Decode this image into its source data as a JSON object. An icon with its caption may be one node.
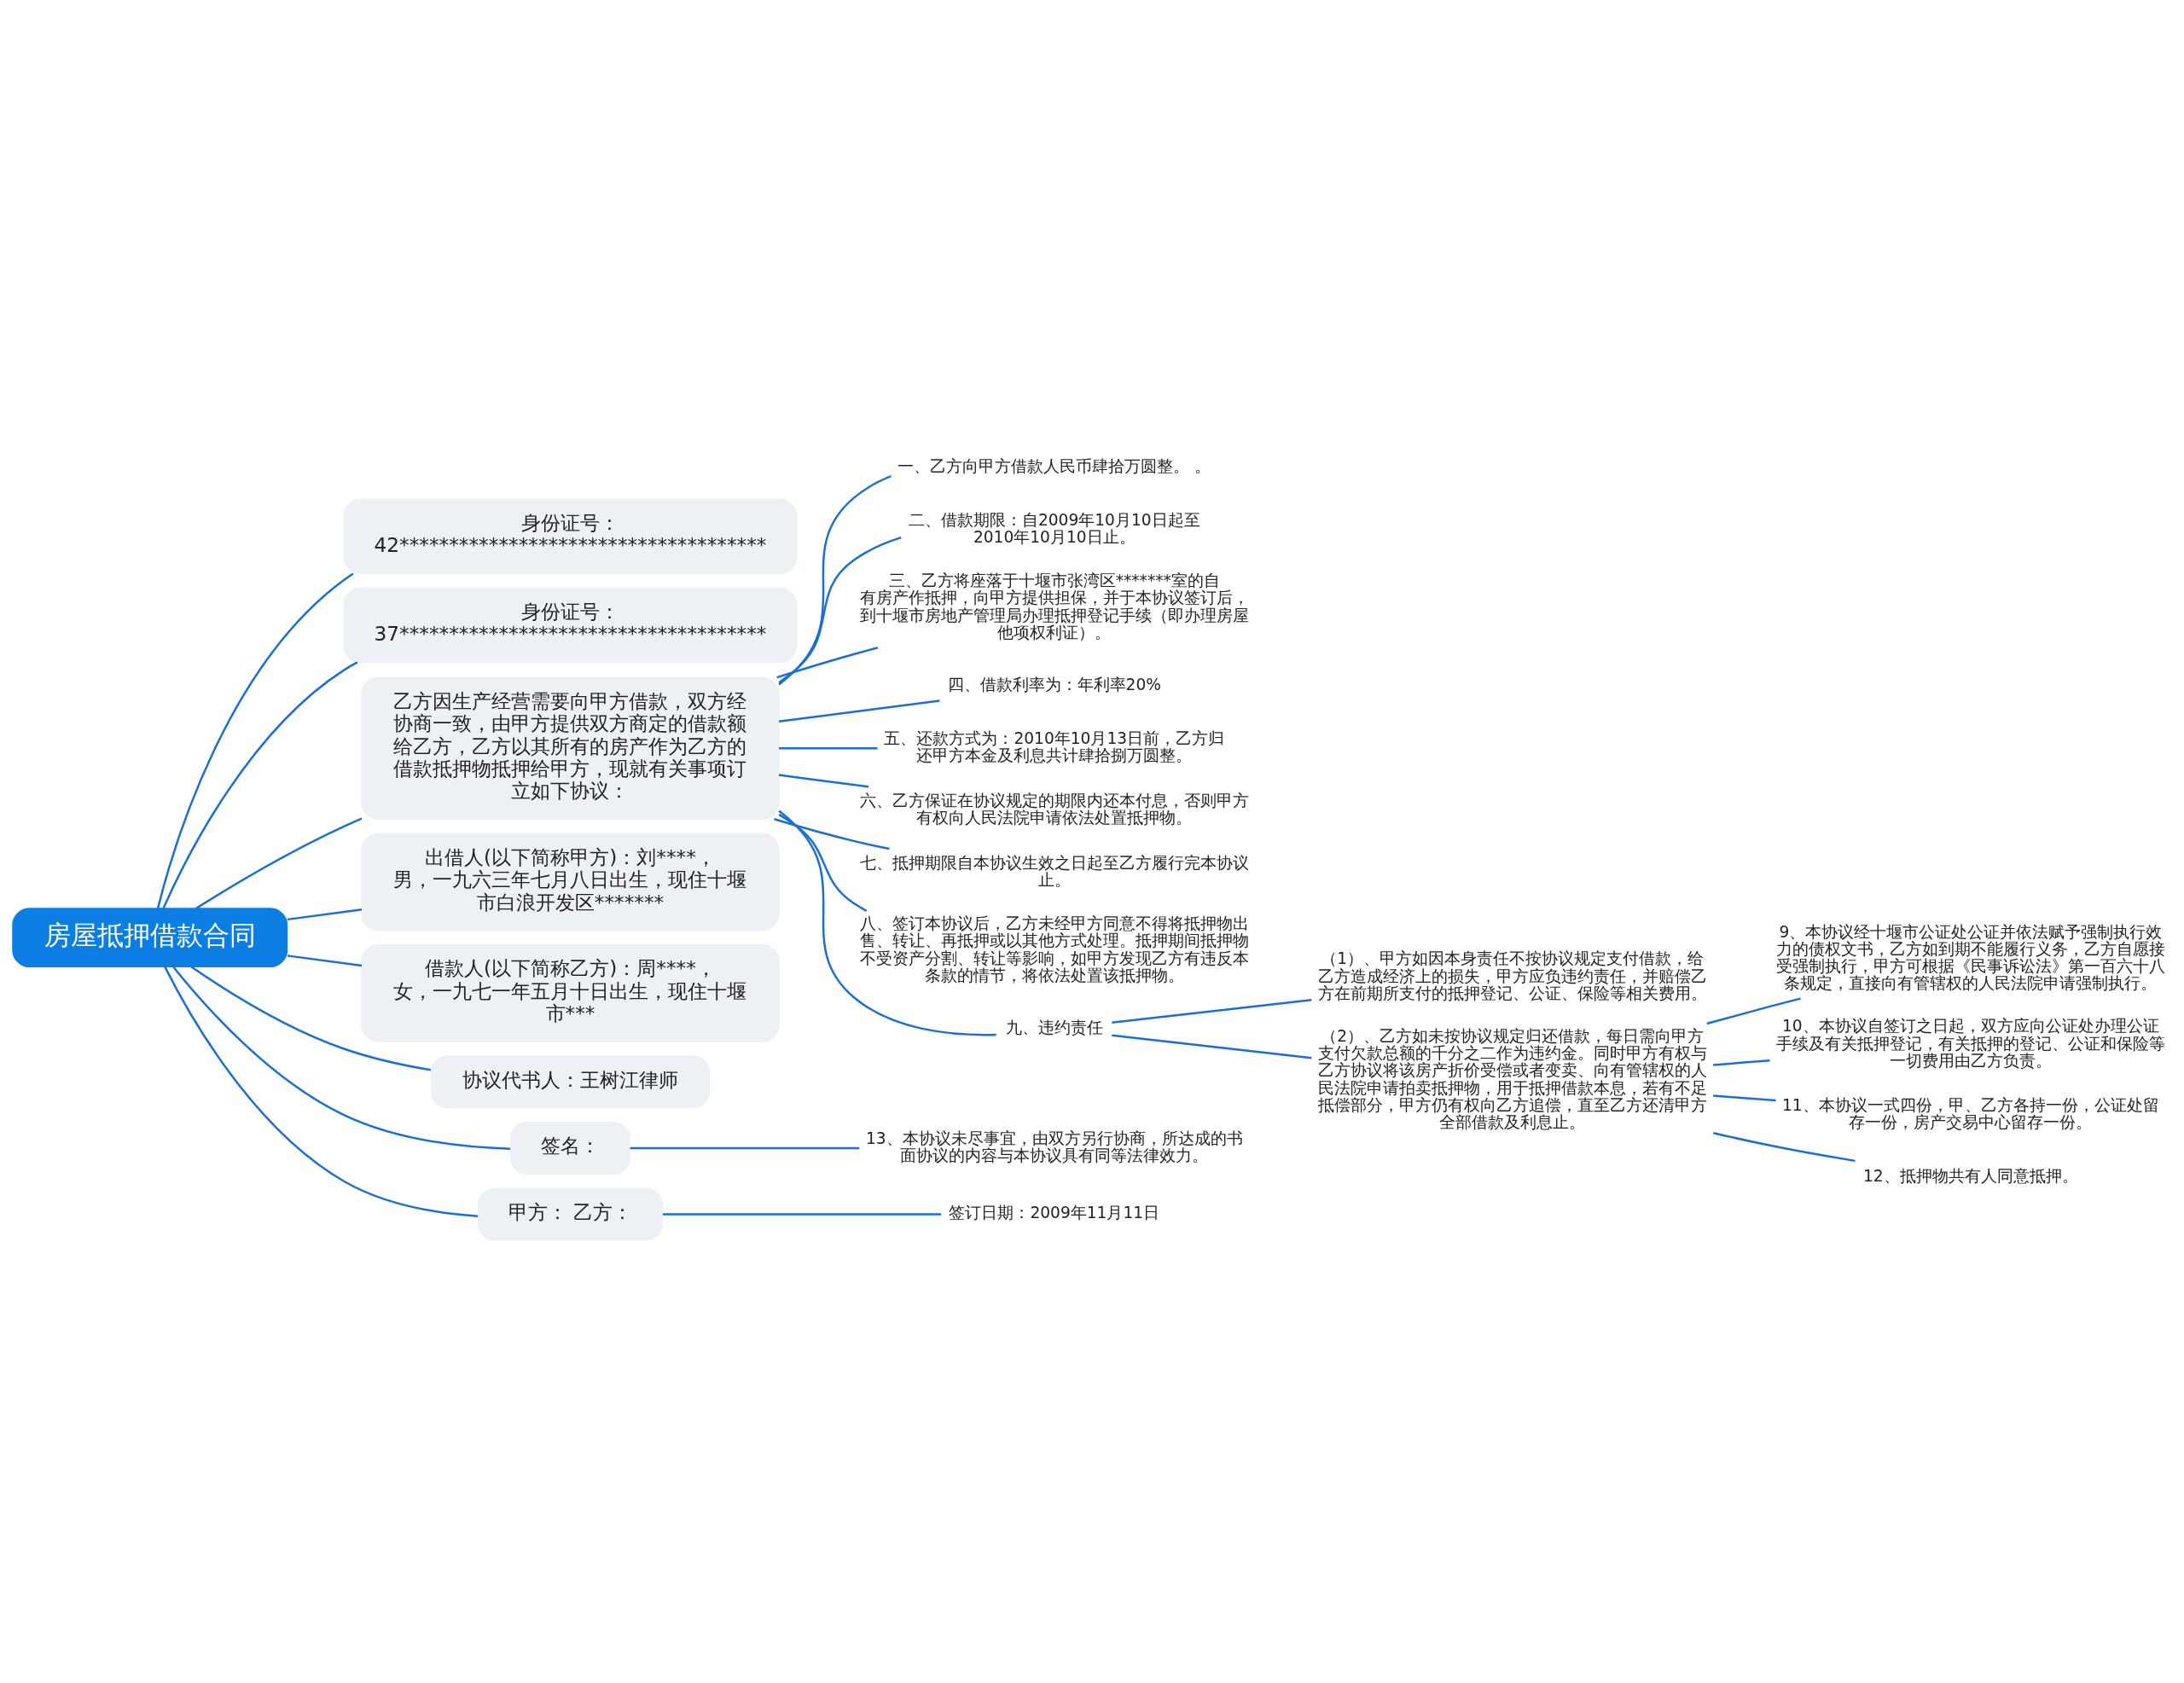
{
  "diagram": {
    "nodes": [
      {
        "text": [
          "房屋抵押借款合同"
        ]
      },
      {
        "text": [
          "身份证号：42*************************************"
        ]
      },
      {
        "text": [
          "身份证号：37*************************************"
        ]
      },
      {
        "text": [
          "乙方因生产经营需要向甲方借款，双方经协商一致，由甲方提供双方商定的借款额给乙方，乙方以其所有的房产作为乙方的借款抵押物抵押给甲方，现就有关事项订立如下协议："
        ]
      },
      {
        "text": [
          "一、乙方向甲方借款人民币肆拾万圆整。 。"
        ]
      },
      {
        "text": [
          "二、借款期限：自2009年10月10日起至2010年10月10日止。"
        ]
      },
      {
        "text": [
          "三、乙方将座落于十堰市张湾区*******室的自有房产作抵押，向甲方提供担保，并于本协议签订后，到十堰市房地产管理局办理抵押登记手续（即办理房屋他项权利证）。"
        ]
      },
      {
        "text": [
          "四、借款利率为：年利率20%"
        ]
      },
      {
        "text": [
          "五、还款方式为：2010年10月13日前，乙方归还甲方本金及利息共计肆拾捌万圆整。"
        ]
      },
      {
        "text": [
          "六、乙方保证在协议规定的期限内还本付息，否则甲方有权向人民法院申请依法处置抵押物。"
        ]
      },
      {
        "text": [
          "七、抵押期限自本协议生效之日起至乙方履行完本协议止。"
        ]
      },
      {
        "text": [
          "八、签订本协议后，乙方未经甲方同意不得将抵押物出售、转让、再抵押或以其他方式处理。抵押期间抵押物不受资产分割、转让等影响，如甲方发现乙方有违反本条款的情节，将依法处置该抵押物。"
        ]
      },
      {
        "text": [
          "九、违约责任"
        ]
      },
      {
        "text": [
          "（1）、甲方如因本身责任不按协议规定支付借款，给乙方造成经济上的损失，甲方应负违约责任，并赔偿乙方在前期所支付的抵押登记、公证、保险等相关费用。"
        ]
      },
      {
        "text": [
          "（2）、乙方如未按协议规定归还借款，每日需向甲方支付欠款总额的千分之二作为违约金。同时甲方有权与乙方协议将该房产折价受偿或者变卖、向有管辖权的人民法院申请拍卖抵押物，用于抵押借款本息，若有不足抵偿部分，甲方仍有权向乙方追偿，直至乙方还清甲方全部借款及利息止。"
        ]
      },
      {
        "text": [
          "9、本协议经十堰市公证处公证并依法赋予强制执行效力的债权文书，乙方如到期不能履行义务，乙方自愿接受强制执行，甲方可根据《民事诉讼法》第一百六十八条规定，直接向有管辖权的人民法院申请强制执行。"
        ]
      },
      {
        "text": [
          "10、本协议自签订之日起，双方应向公证处办理公证手续及有关抵押登记，有关抵押的登记、公证和保险等一切费用由乙方负责。"
        ]
      },
      {
        "text": [
          "11、本协议一式四份，甲、乙方各持一份，公证处留存一份，房产交易中心留存一份。"
        ]
      },
      {
        "text": [
          "12、抵押物共有人同意抵押。"
        ]
      },
      {
        "text": [
          "出借人(以下简称甲方)：刘****，男，一九六三年七月八日出生，现住十堰市白浪开发区*******"
        ]
      },
      {
        "text": [
          "借款人(以下简称乙方)：周****，女，一九七一年五月十日出生，现住十堰市***"
        ]
      },
      {
        "text": [
          "协议代书人：王树江律师"
        ]
      },
      {
        "text": [
          "签名："
        ]
      },
      {
        "text": [
          "13、本协议未尽事宜，由双方另行协商，所达成的书面协议的内容与本协议具有同等法律效力。"
        ]
      },
      {
        "text": [
          "甲方： 乙方："
        ]
      },
      {
        "text": [
          "签订日期：2009年11月11日"
        ]
      }
    ],
    "edges": [
      {
        "from": 0,
        "to": 1,
        "arrow": "none"
      },
      {
        "from": 0,
        "to": 2,
        "arrow": "none"
      },
      {
        "from": 0,
        "to": 3,
        "arrow": "none"
      },
      {
        "from": 3,
        "to": 4,
        "arrow": "none"
      },
      {
        "from": 3,
        "to": 5,
        "arrow": "none"
      },
      {
        "from": 3,
        "to": 6,
        "arrow": "none"
      },
      {
        "from": 3,
        "to": 7,
        "arrow": "none"
      },
      {
        "from": 3,
        "to": 8,
        "arrow": "none"
      },
      {
        "from": 3,
        "to": 9,
        "arrow": "none"
      },
      {
        "from": 3,
        "to": 10,
        "arrow": "none"
      },
      {
        "from": 3,
        "to": 11,
        "arrow": "none"
      },
      {
        "from": 3,
        "to": 12,
        "arrow": "none"
      },
      {
        "from": 12,
        "to": 13,
        "arrow": "none"
      },
      {
        "from": 12,
        "to": 14,
        "arrow": "none"
      },
      {
        "from": 14,
        "to": 15,
        "arrow": "none"
      },
      {
        "from": 14,
        "to": 16,
        "arrow": "none"
      },
      {
        "from": 14,
        "to": 17,
        "arrow": "none"
      },
      {
        "from": 14,
        "to": 18,
        "arrow": "none"
      },
      {
        "from": 0,
        "to": 19,
        "arrow": "none"
      },
      {
        "from": 0,
        "to": 20,
        "arrow": "none"
      },
      {
        "from": 0,
        "to": 21,
        "arrow": "none"
      },
      {
        "from": 0,
        "to": 22,
        "arrow": "none"
      },
      {
        "from": 22,
        "to": 23,
        "arrow": "none"
      },
      {
        "from": 0,
        "to": 24,
        "arrow": "none"
      },
      {
        "from": 24,
        "to": 25,
        "arrow": "none"
      }
    ]
  }
}
